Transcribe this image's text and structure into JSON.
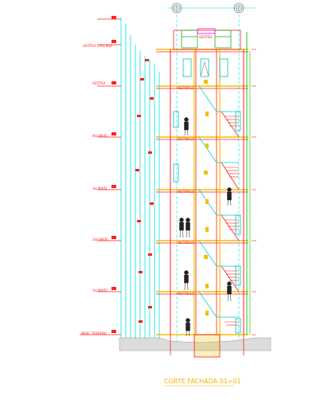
{
  "drawing": {
    "title": "CORTE FACHADA  01=01",
    "level_labels": [
      "AZOTEA  CASCADA",
      "AZOTEA",
      "4to.NIVEL",
      "3er.NIVEL",
      "2do.NIVEL",
      "1er.NIVEL",
      "NIVEL TERRENO"
    ],
    "room_labels": [
      "AZOTEA",
      "VESTIBULO",
      "VESTIBULO",
      "VESTIBULO",
      "VESTIBULO",
      "VESTIBULO"
    ],
    "grid_axes": [
      "1",
      "2"
    ],
    "colors": {
      "background": "#ffffff",
      "cyan_lines": "#00e5e5",
      "red_lines": "#ff2020",
      "yellow_lines": "#f0c000",
      "green_lines": "#22cc22",
      "magenta_lines": "#ff00ff",
      "title": "#f5b400"
    }
  }
}
